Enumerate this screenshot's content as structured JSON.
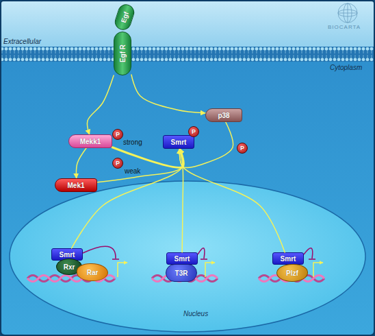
{
  "diagram": {
    "nodes": [
      {
        "text": [
          "Egf"
        ]
      },
      {
        "text": [
          "Egf R"
        ]
      },
      {
        "text": [
          "p38"
        ]
      },
      {
        "text": [
          "Smrt"
        ]
      },
      {
        "text": [
          "P"
        ]
      },
      {
        "text": [
          "Mekk1"
        ]
      },
      {
        "text": [
          "P"
        ]
      },
      {
        "text": [
          "P"
        ]
      },
      {
        "text": [
          "P"
        ]
      },
      {
        "text": [
          "Mek1"
        ]
      },
      {
        "text": [
          "Nucleus"
        ]
      },
      {
        "text": [
          "Smrt"
        ],
        "in": 10
      },
      {
        "text": [
          "Rxr"
        ],
        "in": 10
      },
      {
        "text": [
          "Rar"
        ],
        "in": 10
      },
      {
        "text": [
          "Smrt"
        ],
        "in": 10
      },
      {
        "text": [
          "T3R"
        ],
        "in": 10
      },
      {
        "text": [
          "Smrt"
        ],
        "in": 10
      },
      {
        "text": [
          "Plzf"
        ],
        "in": 10
      }
    ],
    "edges": [
      {
        "from": 1,
        "to": 5,
        "arrow": "to"
      },
      {
        "from": 1,
        "to": 2,
        "arrow": "to"
      },
      {
        "from": 5,
        "to": 9,
        "arrow": "to"
      },
      {
        "from": 5,
        "to": 3,
        "label": "strong",
        "arrow": "to"
      },
      {
        "from": 9,
        "to": 3,
        "label": "weak",
        "arrow": "to"
      },
      {
        "from": 2,
        "to": 3,
        "arrow": "to"
      },
      {
        "from": 11,
        "to": 3,
        "arrow": "to"
      },
      {
        "from": 14,
        "to": 3,
        "arrow": "to"
      },
      {
        "from": 16,
        "to": 3,
        "arrow": "to"
      }
    ],
    "labels": [
      "Extracellular",
      "Cytoplasm",
      "BIOCARTA"
    ]
  }
}
